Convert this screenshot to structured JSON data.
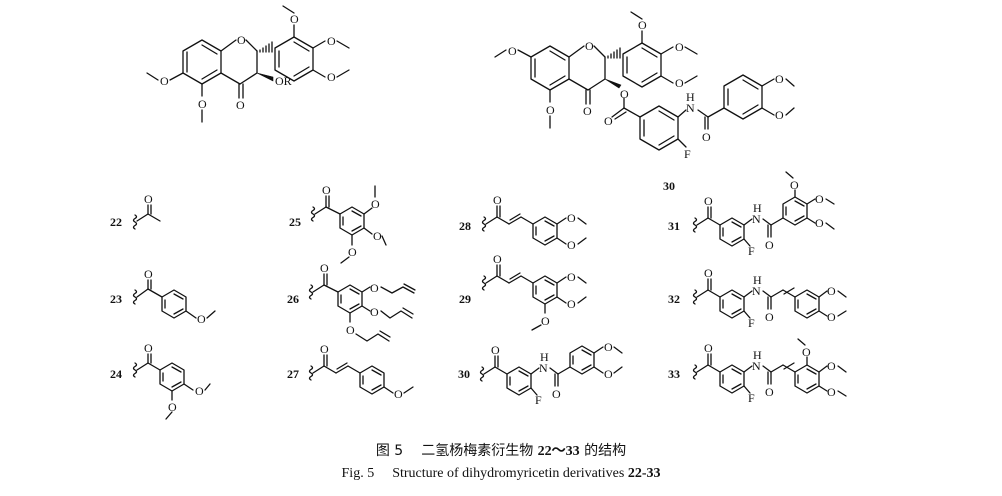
{
  "atoms": {
    "O": "O",
    "OR": "OR",
    "N": "N",
    "H": "H",
    "F": "F"
  },
  "compounds": [
    "22",
    "23",
    "24",
    "25",
    "26",
    "27",
    "28",
    "29",
    "30",
    "31",
    "32",
    "33"
  ],
  "caption": {
    "zh": {
      "fig_no": "图 5",
      "text": "二氢杨梅素衍生物",
      "range": "22～33",
      "suffix": "的结构"
    },
    "en": {
      "fig_no": "Fig. 5",
      "text": "Structure of dihydromyricetin derivatives",
      "range": "22-33"
    }
  }
}
